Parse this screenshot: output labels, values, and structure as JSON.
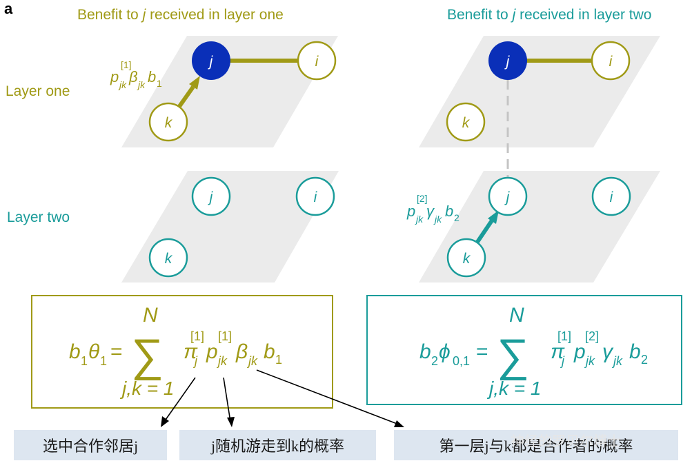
{
  "panel_label": "a",
  "titles": {
    "left_pre": "Benefit to ",
    "left_var": "j",
    "left_post": " received in layer one",
    "right_pre": "Benefit to ",
    "right_var": "j",
    "right_post": " received in layer two"
  },
  "row_labels": {
    "layer_one": "Layer one",
    "layer_two": "Layer two"
  },
  "nodes": {
    "j": "j",
    "i": "i",
    "k": "k"
  },
  "edge_labels": {
    "left_p": "p",
    "left_sup": "[1]",
    "left_sub": "jk",
    "left_beta": "β",
    "left_beta_sub": "jk",
    "left_b": "b",
    "left_b_sub": "1",
    "right_p": "p",
    "right_sup": "[2]",
    "right_sub": "jk",
    "right_gamma": "γ",
    "right_gamma_sub": "jk",
    "right_b": "b",
    "right_b_sub": "2"
  },
  "formula_left": {
    "lhs_b": "b",
    "lhs_b_sub": "1",
    "lhs_theta": "θ",
    "lhs_theta_sub": "1",
    "eq": "=",
    "sum_top": "N",
    "sum_sign": "∑",
    "sum_bottom": "j,k = 1",
    "pi": "π",
    "pi_sup": "[1]",
    "pi_sub": "j",
    "p": "p",
    "p_sup": "[1]",
    "p_sub": "jk",
    "beta": "β",
    "beta_sub": "jk",
    "b": "b",
    "b_sub": "1"
  },
  "formula_right": {
    "lhs_b": "b",
    "lhs_b_sub": "2",
    "lhs_phi": "ϕ",
    "lhs_phi_sub": "0,1",
    "eq": "=",
    "sum_top": "N",
    "sum_sign": "∑",
    "sum_bottom": "j,k = 1",
    "pi": "π",
    "pi_sup": "[1]",
    "pi_sub": "j",
    "p": "p",
    "p_sup": "[2]",
    "p_sub": "jk",
    "gamma": "γ",
    "gamma_sub": "jk",
    "b": "b",
    "b_sub": "2"
  },
  "captions": [
    "选中合作邻居j",
    "j随机游走到k的概率",
    "第一层j与k都是合作者的概率"
  ],
  "watermark": "神经的罗贝尔博士",
  "colors": {
    "olive": "#a09a16",
    "teal": "#1a9c9a",
    "blue": "#0a2fb8",
    "plane": "#ebebeb",
    "caption_bg": "#dde6f0"
  }
}
